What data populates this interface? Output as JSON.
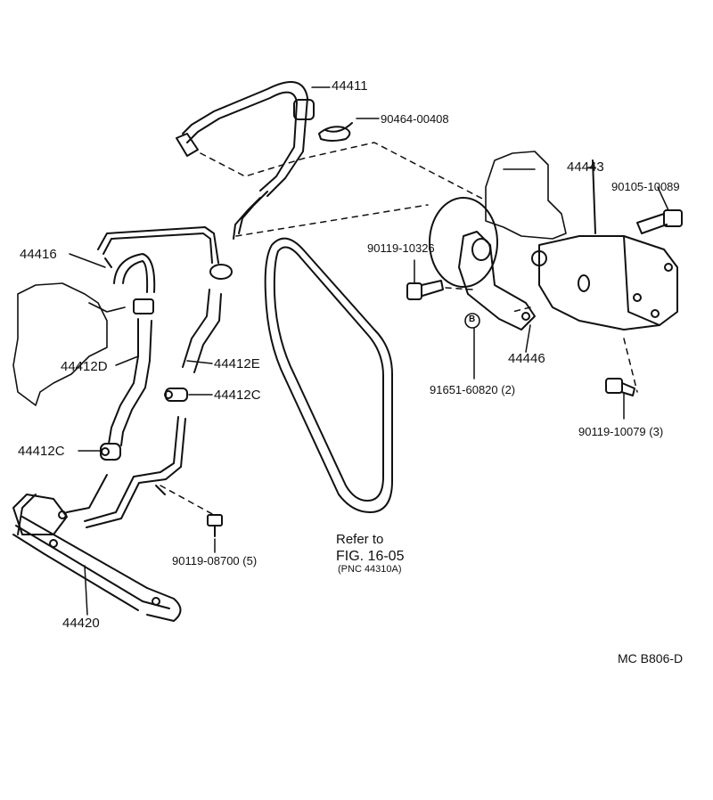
{
  "diagram": {
    "callouts": {
      "p44411": "44411",
      "p90464": "90464-00408",
      "p44443": "44443",
      "p90105": "90105-10089",
      "p90119a": "90119-10326",
      "p44416": "44416",
      "p44412D": "44412D",
      "p44412E": "44412E",
      "p44412C_1": "44412C",
      "p44412C_2": "44412C",
      "p44446": "44446",
      "pB": "B",
      "p91651": "91651-60820 (2)",
      "p90119b": "90119-10079 (3)",
      "p90119c": "90119-08700 (5)",
      "p44420": "44420"
    },
    "belt_note": {
      "line1": "Refer to",
      "line2": "FIG. 16-05",
      "line3": "(PNC 44310A)"
    },
    "figure_code": "MC  B806-D"
  }
}
